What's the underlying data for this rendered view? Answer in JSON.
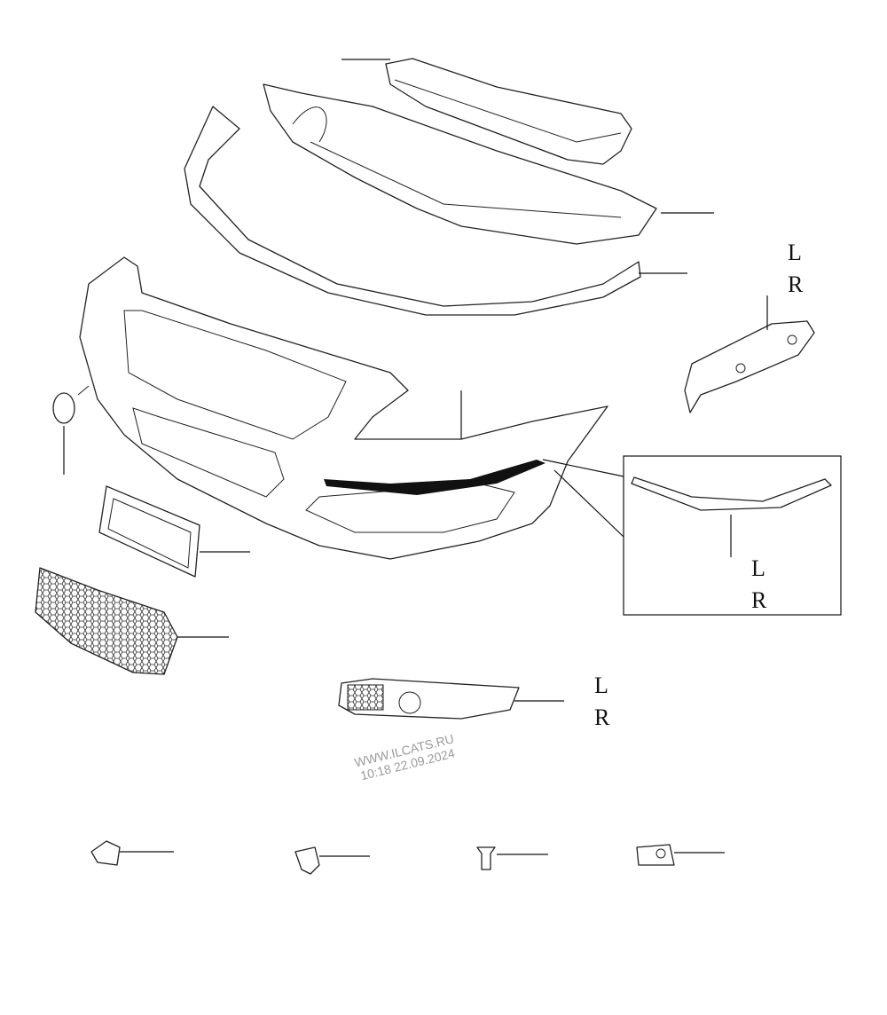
{
  "labels": {
    "side_a": {
      "left": "L",
      "right": "R"
    },
    "side_b": {
      "left": "L",
      "right": "R"
    },
    "side_c": {
      "left": "L",
      "right": "R"
    }
  },
  "watermark": {
    "site": "WWW.ILCATS.RU",
    "timestamp": "10:18 22.09.2024"
  },
  "colors": {
    "line": "#222222",
    "watermark": "#9a9a9a",
    "strip": "#111111"
  }
}
